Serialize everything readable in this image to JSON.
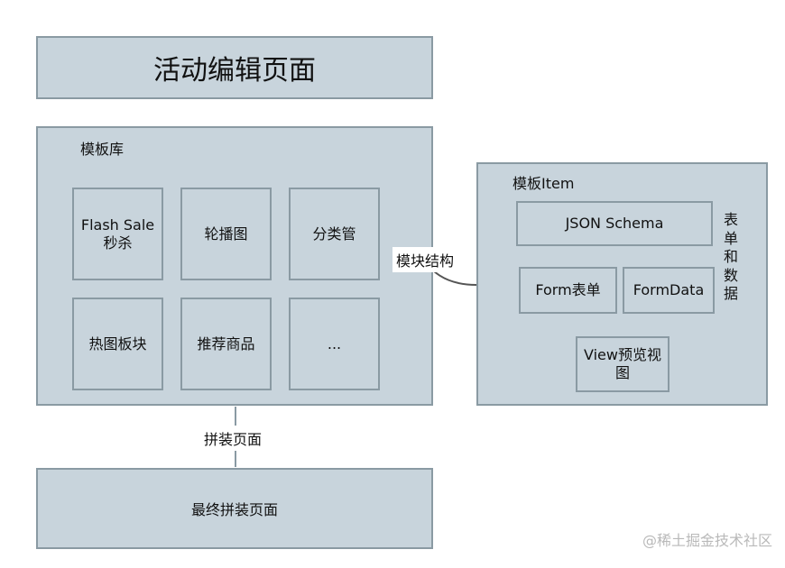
{
  "title": "活动编辑页面",
  "template_library": {
    "label": "模板库",
    "templates": [
      "Flash Sale\n秒杀",
      "轮播图",
      "分类管",
      "热图板块",
      "推荐商品",
      "..."
    ]
  },
  "connector_label": "模块结构",
  "template_item": {
    "label": "模板Item",
    "json_schema": "JSON Schema",
    "form": "Form表单",
    "form_data": "FormData",
    "view": "View预览视\n图",
    "side_text": "表\n单\n和\n数\n据"
  },
  "assemble_label": "拼装页面",
  "final_page": "最终拼装页面",
  "watermark": "@稀土掘金技术社区",
  "colors": {
    "box_fill": "#c8d4dc",
    "box_border": "#8a9aa3",
    "arrow_fill": "#c7bba9",
    "arrow_stroke": "#8a7e6a"
  }
}
